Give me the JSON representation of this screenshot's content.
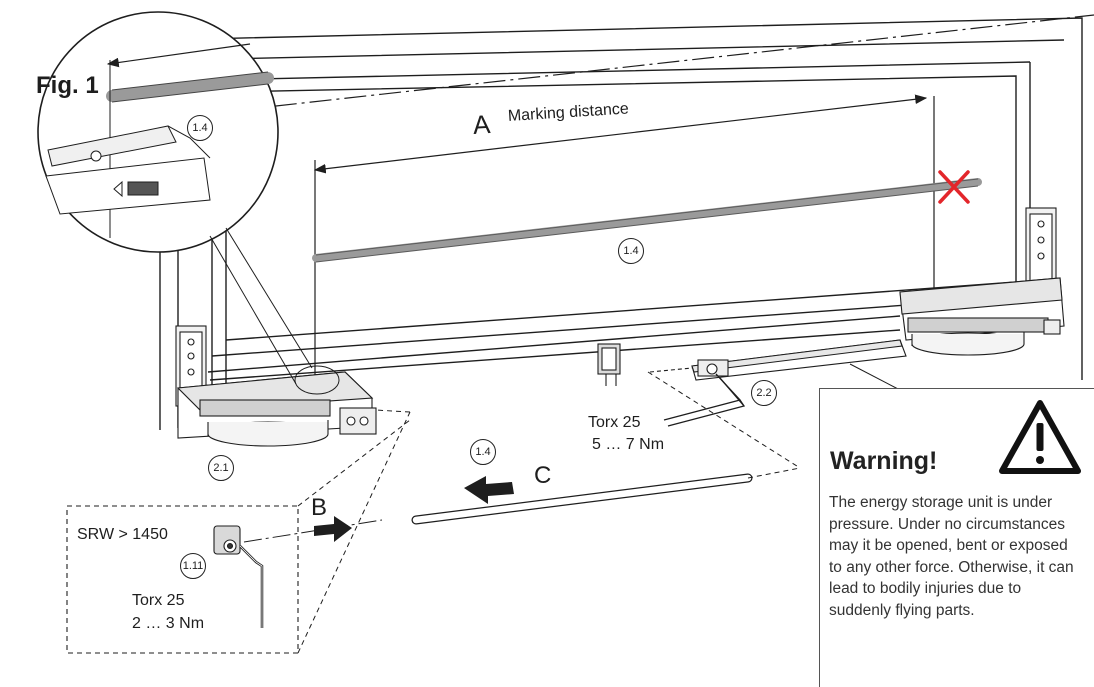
{
  "figure": {
    "fig_label": "Fig. 1",
    "dimension_label": "A",
    "dimension_text": "Marking distance",
    "step_b": "B",
    "step_c": "C",
    "callouts": {
      "c_1_4_zoom": "1.4",
      "c_1_4_rod": "1.4",
      "c_1_4_lower": "1.4",
      "c_2_1": "2.1",
      "c_2_2": "2.2",
      "c_1_11": "1.11"
    },
    "right_tool": {
      "name": "Torx 25",
      "torque": "5 … 7 Nm"
    },
    "left_tool": {
      "name": "Torx 25",
      "torque": "2 … 3 Nm"
    },
    "srw_condition": "SRW > 1450"
  },
  "warning": {
    "title": "Warning!",
    "text": "The energy storage unit is under pressure. Under no circumstances may it be opened, bent or exposed to any other force. Otherwise, it can lead to bodily injuries due to suddenly flying parts.",
    "icon": "warning-triangle-icon"
  },
  "colors": {
    "line": "#1e1e1e",
    "rod": "#9a9a9a",
    "cross": "#e3262b",
    "body": "#ffffff"
  }
}
